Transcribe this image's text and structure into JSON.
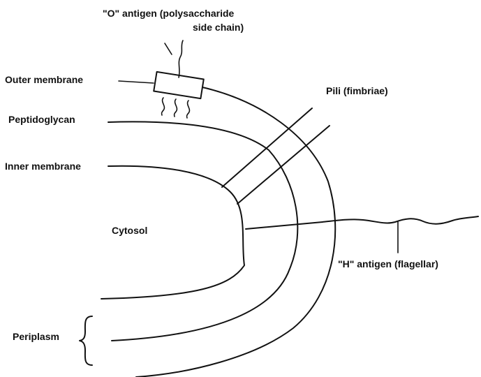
{
  "labels": {
    "o_antigen_line1": "\"O\" antigen (polysaccharide",
    "o_antigen_line2": "side chain)",
    "outer_membrane": "Outer membrane",
    "peptidoglycan": "Peptidoglycan",
    "inner_membrane": "Inner membrane",
    "pili": "Pili (fimbriae)",
    "cytosol": "Cytosol",
    "h_antigen": "\"H\" antigen (flagellar)",
    "periplasm": "Periplasm"
  },
  "colors": {
    "ink": "#111111",
    "background": "#ffffff"
  }
}
